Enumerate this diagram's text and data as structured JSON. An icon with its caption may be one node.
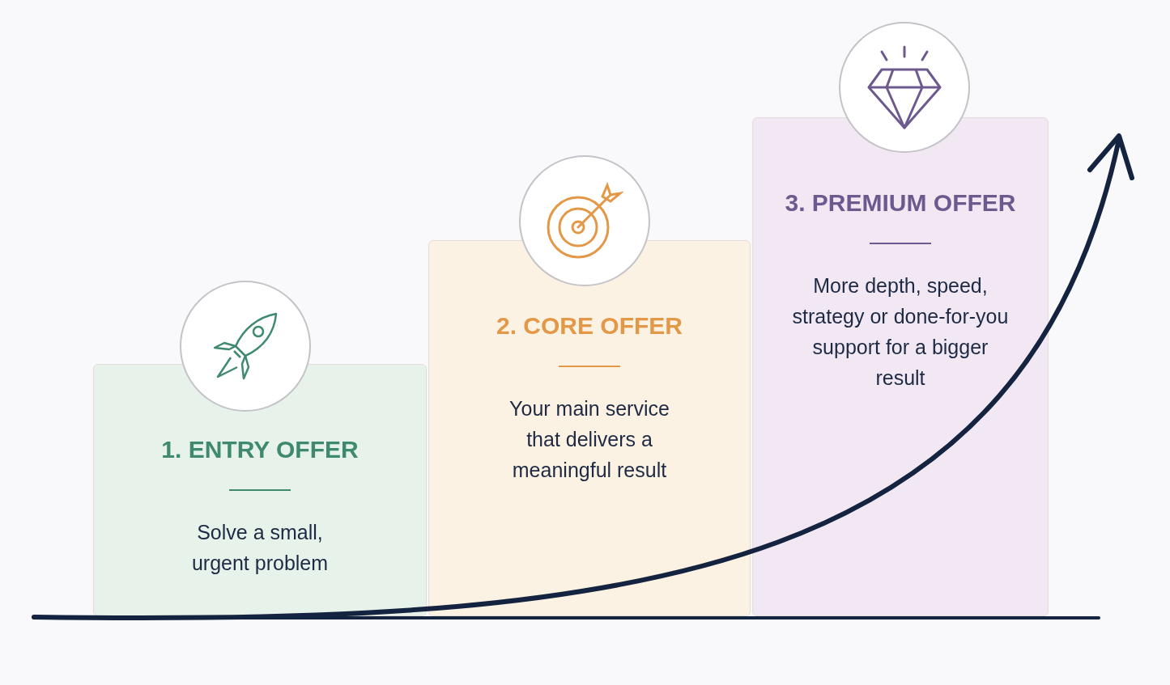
{
  "diagram": {
    "nodes": [
      {
        "text": [
          "1. ENTRY OFFER",
          "Solve a small, urgent problem"
        ]
      },
      {
        "text": [
          "2. CORE OFFER",
          "Your main service that delivers a meaningful result"
        ]
      },
      {
        "text": [
          "3. PREMIUM OFFER",
          "More depth, speed, strategy or done-for-you support for a bigger result"
        ]
      }
    ]
  }
}
